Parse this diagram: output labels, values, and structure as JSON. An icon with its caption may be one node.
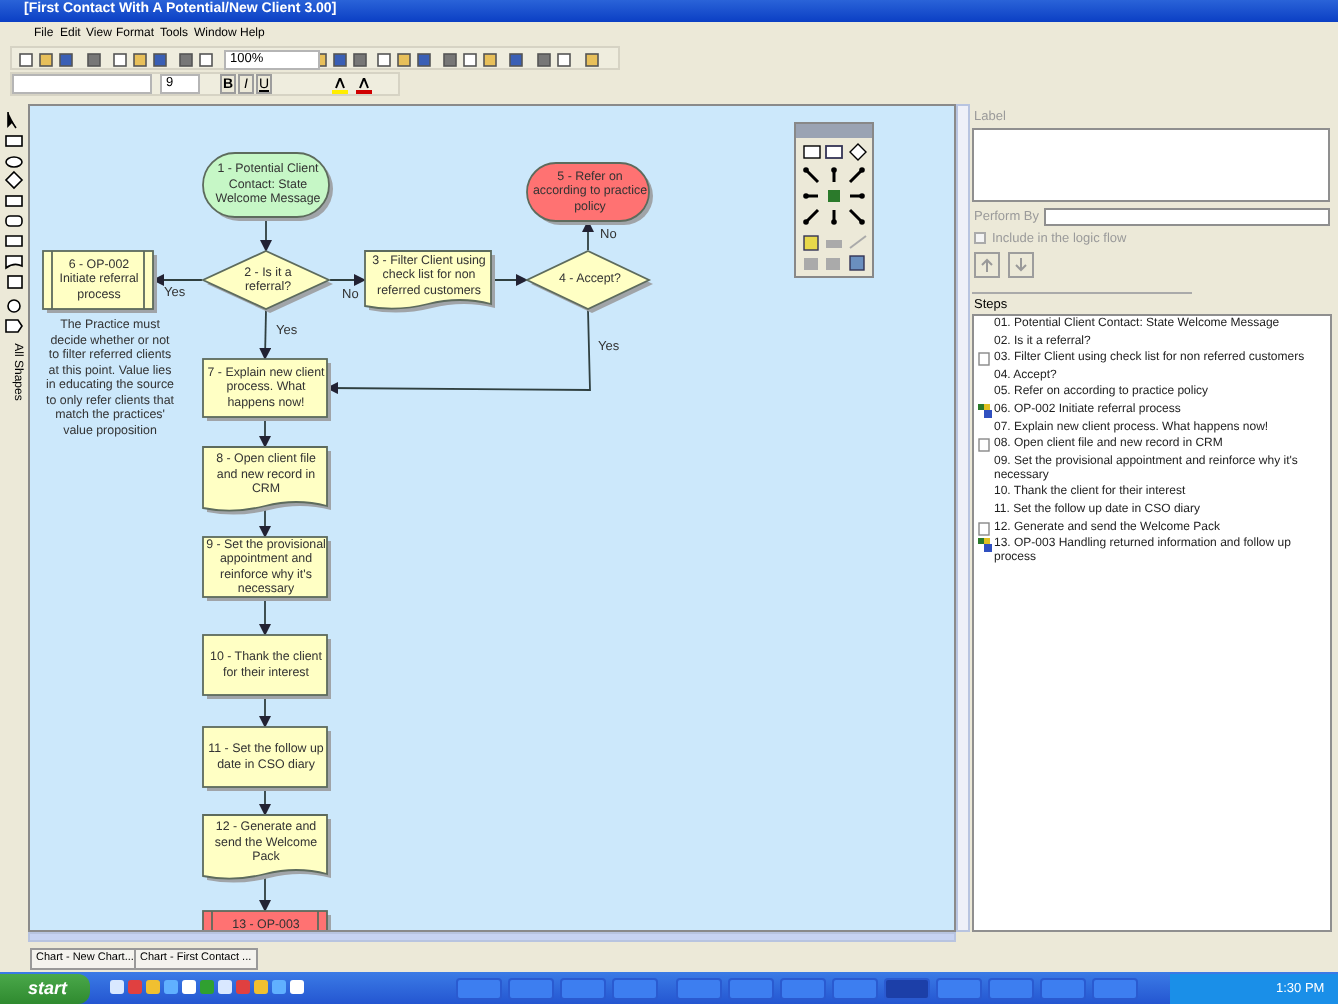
{
  "diagram": {
    "nodes": [
      {
        "text": [
          "1 - Potential Client Contact: State Welcome Message"
        ]
      },
      {
        "text": [
          "2 - Is it a referral?"
        ]
      },
      {
        "text": [
          "3 - Filter Client using check list for non referred customers"
        ]
      },
      {
        "text": [
          "4 - Accept?"
        ]
      },
      {
        "text": [
          "5 - Refer on according to practice policy"
        ]
      },
      {
        "text": [
          "6 - OP-002 Initiate referral process"
        ]
      },
      {
        "text": [
          "7 - Explain new client process. What happens now!"
        ]
      },
      {
        "text": [
          "8 - Open client file and new record in CRM"
        ]
      },
      {
        "text": [
          "9 - Set the provisional appointment and reinforce why it's necessary"
        ]
      },
      {
        "text": [
          "10 - Thank the client for their interest"
        ]
      },
      {
        "text": [
          "11 - Set the follow up date in CSO diary"
        ]
      },
      {
        "text": [
          "12 - Generate and send the Welcome Pack"
        ]
      },
      {
        "text": [
          "13 - OP-003"
        ]
      }
    ],
    "edges": [
      {
        "from": 0,
        "to": 1,
        "arrow": "to"
      },
      {
        "from": 1,
        "to": 5,
        "arrow": "to",
        "label": "Yes"
      },
      {
        "from": 1,
        "to": 2,
        "arrow": "to",
        "label": "No"
      },
      {
        "from": 2,
        "to": 3,
        "arrow": "to"
      },
      {
        "from": 3,
        "to": 4,
        "arrow": "to",
        "label": "No"
      },
      {
        "from": 3,
        "to": 6,
        "arrow": "to",
        "label": "Yes"
      },
      {
        "from": 1,
        "to": 6,
        "arrow": "to",
        "label": "Yes"
      },
      {
        "from": 6,
        "to": 7,
        "arrow": "to"
      },
      {
        "from": 7,
        "to": 8,
        "arrow": "to"
      },
      {
        "from": 8,
        "to": 9,
        "arrow": "to"
      },
      {
        "from": 9,
        "to": 10,
        "arrow": "to"
      },
      {
        "from": 10,
        "to": 11,
        "arrow": "to"
      },
      {
        "from": 11,
        "to": 12,
        "arrow": "to"
      }
    ],
    "labels": [
      "[First Contact With A Potential/New Client 3.00]",
      "File",
      "Edit",
      "View",
      "Format",
      "Tools",
      "Window",
      "Help",
      "100%",
      "9",
      "B",
      "I",
      "U",
      "All Shapes",
      "The Practice must decide whether or not to filter referred clients at this point. Value lies in educating the source to only refer clients that match the practices' value proposition",
      "Label",
      "Perform By",
      "Include in the logic flow",
      "Steps",
      "01. Potential Client Contact: State Welcome Message",
      "02. Is it a referral?",
      "03. Filter Client using check list for non referred customers",
      "04. Accept?",
      "05. Refer on according to practice policy",
      "06. OP-002 Initiate referral process",
      "07. Explain new client process. What happens now!",
      "08. Open client file and  new record in CRM",
      "09. Set the provisional appointment and reinforce why it's necessary",
      "10. Thank the client for their interest",
      "11. Set the follow up date in CSO diary",
      "12. Generate and send the Welcome Pack",
      "13. OP-003 Handling returned information and follow up process",
      "Chart - New Chart...",
      "Chart - First Contact ...",
      "start",
      "1:30 PM"
    ]
  }
}
